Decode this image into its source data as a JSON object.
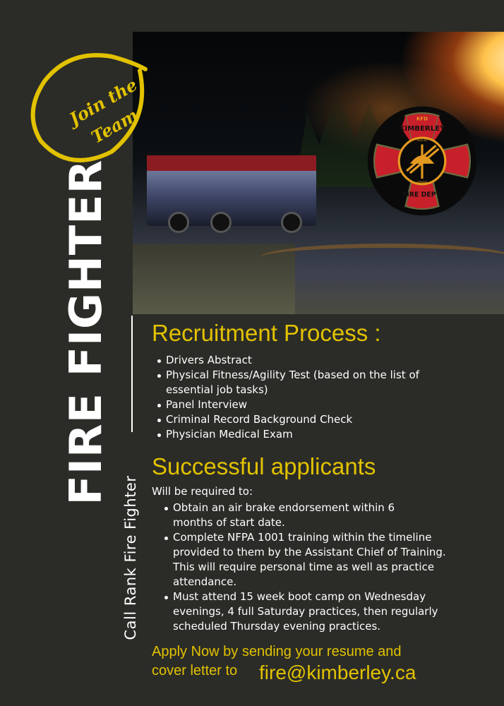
{
  "colors": {
    "background": "#2b2c27",
    "accent": "#e2c200",
    "logo_red": "#c8202a"
  },
  "badge": {
    "line1": "Join the",
    "line2": "Team"
  },
  "title": "FIRE FIGHTER",
  "subtitle": "Call Rank Fire Fighter",
  "logo": {
    "top": "KFD",
    "name": "KIMBERLEY",
    "motto_top": "VIGILES",
    "motto_bottom": "URBANI",
    "bottom": "FIRE DEPT.",
    "est": "EST",
    "year": "1952"
  },
  "recruitment": {
    "heading": "Recruitment Process :",
    "items": [
      "Drivers Abstract",
      "Physical Fitness/Agility Test (based on the list of essential job tasks)",
      "Panel Interview",
      "Criminal Record Background Check",
      "Physician Medical Exam"
    ]
  },
  "successful": {
    "heading": "Successful applicants",
    "intro": "Will be required to:",
    "items": [
      "Obtain an air brake endorsement within 6 months of start date.",
      "Complete NFPA 1001 training within the timeline provided to them by the Assistant Chief of Training. This will require personal time as well as practice attendance.",
      "Must attend 15 week boot camp on Wednesday evenings, 4 full Saturday practices, then regularly scheduled Thursday evening practices."
    ]
  },
  "apply": {
    "line1": "Apply Now by sending your resume and",
    "line2": "cover letter to",
    "email": "fire@kimberley.ca"
  }
}
